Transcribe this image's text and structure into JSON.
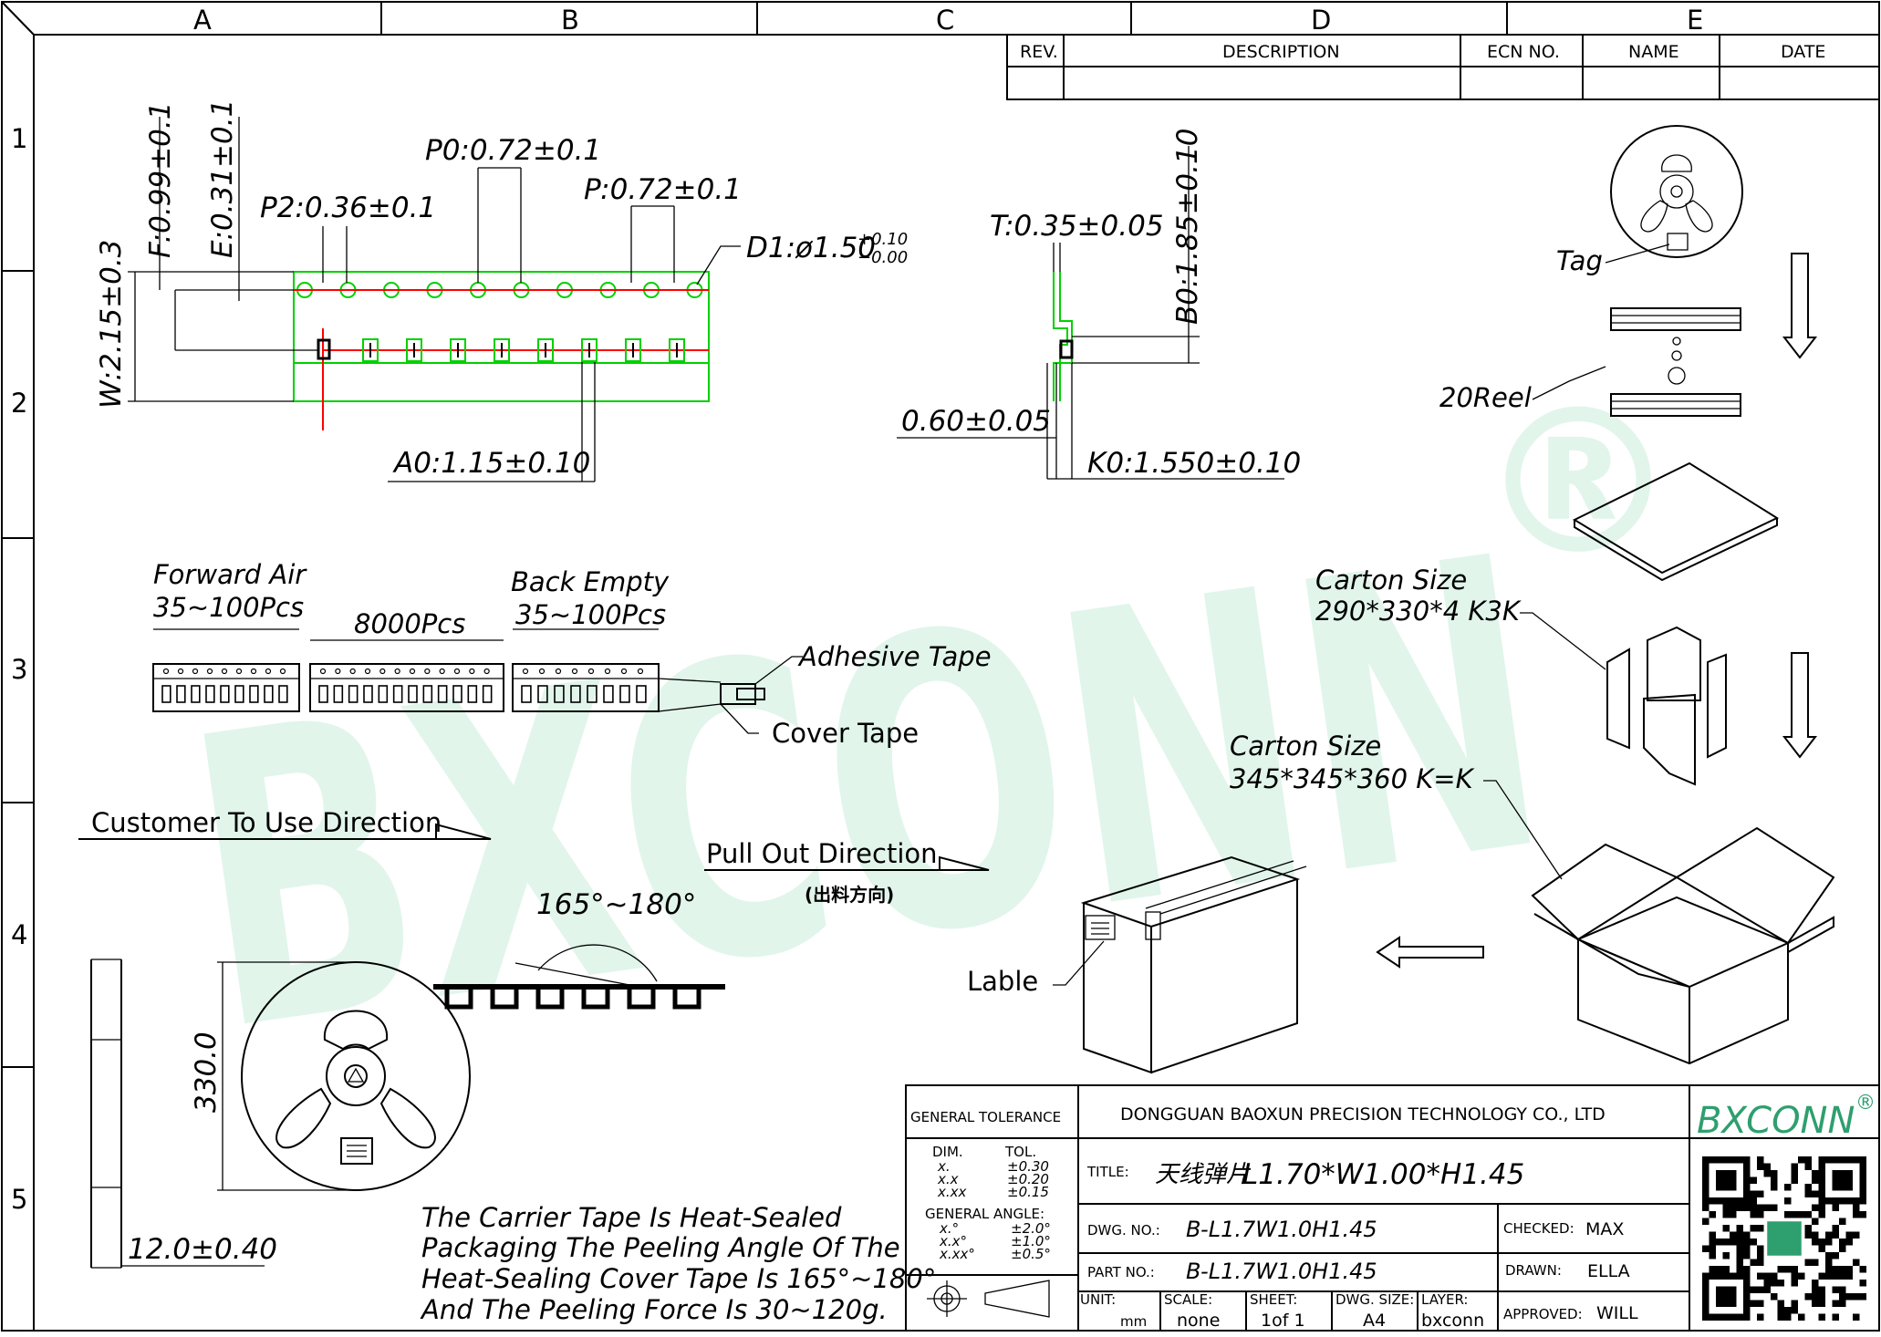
{
  "border": {
    "columns": [
      "A",
      "B",
      "C",
      "D",
      "E"
    ],
    "rows": [
      "1",
      "2",
      "3",
      "4",
      "5"
    ]
  },
  "revision_table": {
    "headers": [
      "REV.",
      "DESCRIPTION",
      "ECN NO.",
      "NAME",
      "DATE"
    ]
  },
  "tape_dimensions": {
    "f": "F:0.99±0.1",
    "e": "E:0.31±0.1",
    "p0": "P0:0.72±0.1",
    "p2": "P2:0.36±0.1",
    "p": "P:0.72±0.1",
    "d1_main": "D1:ø1.50",
    "d1_plus": "+0.10",
    "d1_minus": "−0.00",
    "w": "W:2.15±0.3",
    "a0": "A0:1.15±0.10"
  },
  "section_dimensions": {
    "t": "T:0.35±0.05",
    "b0": "B0:1.85±0.10",
    "thickness": "0.60±0.05",
    "k0": "K0:1.550±0.10"
  },
  "tape_layout": {
    "forward_label": "Forward Air",
    "forward_count": "35~100Pcs",
    "main_count": "8000Pcs",
    "back_label": "Back Empty",
    "back_count": "35~100Pcs",
    "adhesive": "Adhesive Tape",
    "cover": "Cover Tape"
  },
  "directions": {
    "customer": "Customer To Use Direction",
    "pull_out": "Pull Out Direction",
    "pull_out_cn": "(出料方向)"
  },
  "peel": {
    "angle": "165°~180°"
  },
  "reel": {
    "diameter": "330.0",
    "width": "12.0±0.40"
  },
  "note": {
    "lines": [
      "The Carrier Tape Is Heat-Sealed",
      "Packaging The Peeling Angle Of The",
      "Heat-Sealing Cover Tape Is 165°~180°",
      "And The Peeling Force Is 30~120g."
    ]
  },
  "packaging": {
    "tag": "Tag",
    "reels": "20Reel",
    "carton1_title": "Carton Size",
    "carton1_size": "290*330*4 K3K",
    "carton2_title": "Carton Size",
    "carton2_size": "345*345*360 K=K",
    "lable": "Lable"
  },
  "watermark": {
    "text": "BXCONN",
    "mark": "®"
  },
  "title_block": {
    "general_tolerance": "GENERAL TOLERANCE",
    "company": "DONGGUAN BAOXUN PRECISION TECHNOLOGY CO., LTD",
    "logo": "BXCONN",
    "logo_mark": "®",
    "dim_header": "DIM.",
    "tol_header": "TOL.",
    "tolerances": [
      {
        "dim": "x.",
        "tol": "±0.30"
      },
      {
        "dim": "x.x",
        "tol": "±0.20"
      },
      {
        "dim": "x.xx",
        "tol": "±0.15"
      }
    ],
    "angle_header": "GENERAL  ANGLE:",
    "angles": [
      {
        "dim": "x.°",
        "tol": "±2.0°"
      },
      {
        "dim": "x.x°",
        "tol": "±1.0°"
      },
      {
        "dim": "x.xx°",
        "tol": "±0.5°"
      }
    ],
    "title_label": "TITLE:",
    "title_cn": "天线弹片",
    "title_value": "L1.70*W1.00*H1.45",
    "dwg_no_label": "DWG. NO.:",
    "dwg_no": "B-L1.7W1.0H1.45",
    "part_no_label": "PART NO.:",
    "part_no": "B-L1.7W1.0H1.45",
    "checked_label": "CHECKED:",
    "checked": "MAX",
    "drawn_label": "DRAWN:",
    "drawn": "ELLA",
    "approved_label": "APPROVED:",
    "approved": "WILL",
    "unit_label": "UNIT:",
    "unit": "mm",
    "scale_label": "SCALE:",
    "scale": "none",
    "sheet_label": "SHEET:",
    "sheet": "1of 1",
    "dwg_size_label": "DWG. SIZE:",
    "dwg_size": "A4",
    "layer_label": "LAYER:",
    "layer": "bxconn"
  },
  "colors": {
    "tape_outline": "#00d000",
    "center_line": "#ff0000",
    "watermark": "#c9eedc",
    "logo": "#2e9f6e"
  }
}
